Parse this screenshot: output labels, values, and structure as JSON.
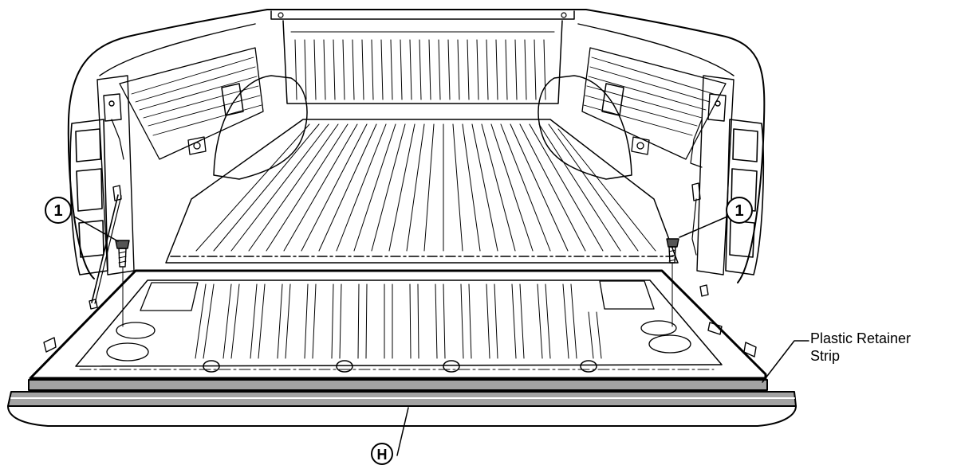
{
  "callouts": {
    "left": "1",
    "right": "1",
    "bottom": "H"
  },
  "labels": {
    "retainer_line1": "Plastic Retainer",
    "retainer_line2": "Strip"
  },
  "colors": {
    "line": "#000000",
    "strip_fill": "#a3a3a3",
    "background": "#ffffff"
  }
}
